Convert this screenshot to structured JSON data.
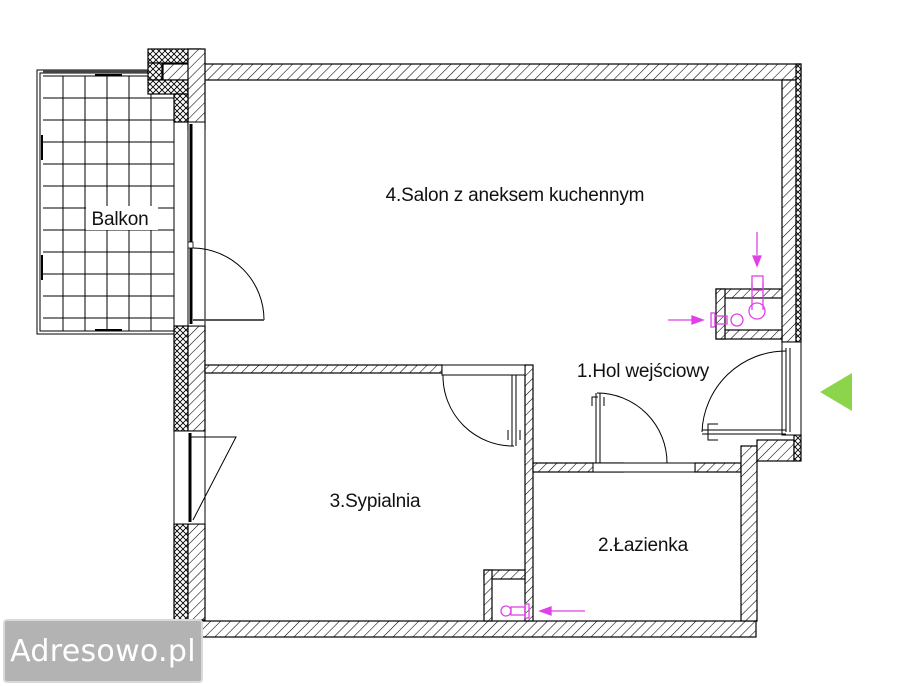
{
  "plan": {
    "rooms": [
      {
        "id": "balkon",
        "label": "Balkon"
      },
      {
        "id": "salon",
        "label": "4.Salon z aneksem kuchennym"
      },
      {
        "id": "hol",
        "label": "1.Hol wejściowy"
      },
      {
        "id": "sypialnia",
        "label": "3.Sypialnia"
      },
      {
        "id": "lazienka",
        "label": "2.Łazienka"
      }
    ],
    "entrance_marker": {
      "icon": "triangle-left-icon",
      "color": "#8cd44a"
    },
    "installation_color": "#e040e8",
    "wall_color": "#000000"
  },
  "watermark": {
    "text": "Adresowo.pl"
  }
}
